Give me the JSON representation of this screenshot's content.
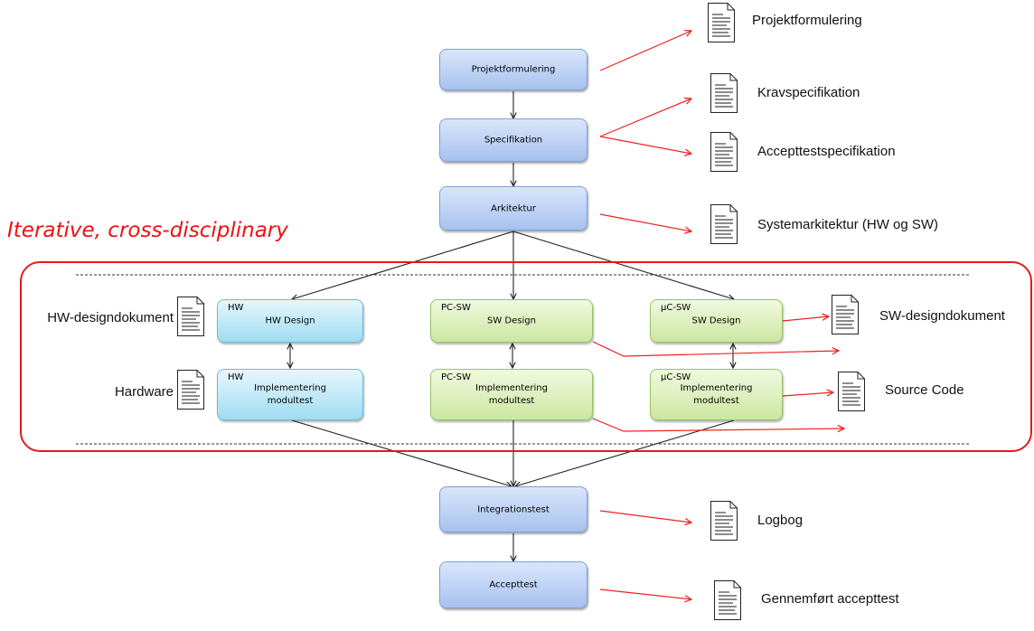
{
  "title": "Iterative, cross-disciplinary",
  "process_boxes": {
    "projektformulering": "Projektformulering",
    "specifikation": "Specifikation",
    "arkitektur": "Arkitektur",
    "integrationstest": "Integrationstest",
    "accepttest": "Accepttest"
  },
  "hw_design": {
    "tag": "HW",
    "label": "HW Design"
  },
  "pcsw_design": {
    "tag": "PC-SW",
    "label": "SW Design"
  },
  "ucsw_design": {
    "tag": "µC-SW",
    "label": "SW Design"
  },
  "hw_impl": {
    "tag": "HW",
    "line1": "Implementering",
    "line2": "modultest"
  },
  "pcsw_impl": {
    "tag": "PC-SW",
    "line1": "Implementering",
    "line2": "modultest"
  },
  "ucsw_impl": {
    "tag": "µC-SW",
    "line1": "Implementering",
    "line2": "modultest"
  },
  "documents": {
    "projektformulering": "Projektformulering",
    "kravspecifikation": "Kravspecifikation",
    "accepttestspecifikation": "Accepttestspecifikation",
    "systemarkitektur": "Systemarkitektur (HW og SW)",
    "hw_designdokument": "HW-designdokument",
    "hardware": "Hardware",
    "sw_designdokument": "SW-designdokument",
    "source_code": "Source Code",
    "logbog": "Logbog",
    "gennemfort_accepttest": "Gennemført accepttest"
  },
  "colors": {
    "output_arrow": "#ee2222",
    "flow_arrow": "#222222",
    "region_border": "#e41a1a",
    "title": "#ee1111",
    "process_box": "#b8cef3",
    "hw_box": "#aee1f4",
    "sw_box": "#d6ecb4"
  },
  "icons": [
    "document-icon"
  ]
}
